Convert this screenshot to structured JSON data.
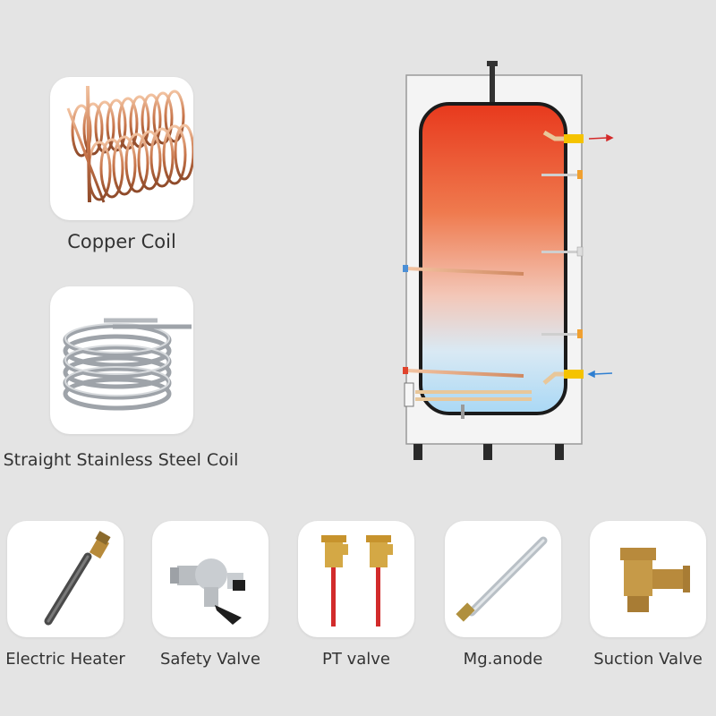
{
  "products": {
    "copper_coil": "Copper Coil",
    "stainless_coil": "Straight Stainless Steel Coil",
    "electric_heater": "Electric Heater",
    "safety_valve": "Safety Valve",
    "pt_valve": "PT valve",
    "mg_anode": "Mg.anode",
    "suction_valve": "Suction Valve"
  },
  "colors": {
    "background": "#e4e4e4",
    "card": "#ffffff",
    "hot_water": "#e8391d",
    "cold_water": "#bfe3f7",
    "copper": "#c87f55",
    "steel": "#a8adb3",
    "brass": "#c79a3d",
    "inlet_arrow": "#2f7fd1",
    "outlet_arrow": "#d42a2a"
  }
}
